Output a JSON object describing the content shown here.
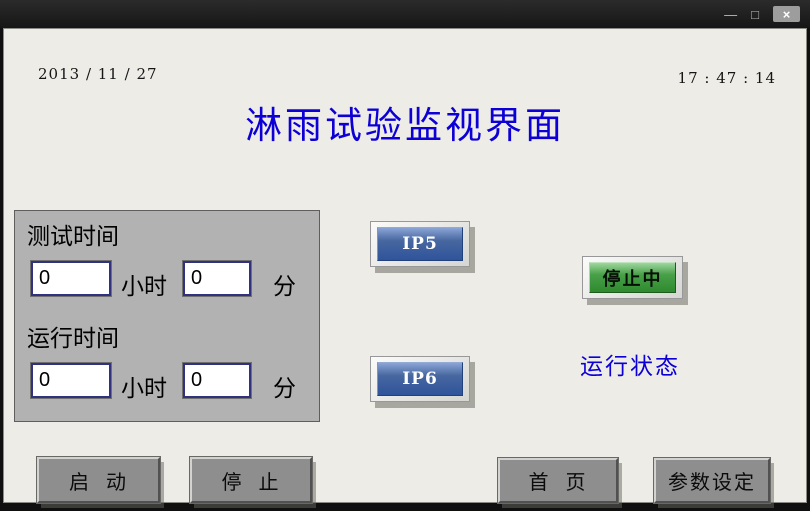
{
  "titlebar": {
    "minimize_glyph": "—",
    "maximize_glyph": "□",
    "close_glyph": "×"
  },
  "header": {
    "date": "2013 / 11 / 27",
    "time": "17 : 47 : 14",
    "title": "淋雨试验监视界面"
  },
  "time_panel": {
    "test_time_label": "测试时间",
    "run_time_label": "运行时间",
    "hours_unit": "小时",
    "minutes_unit": "分",
    "test_hours": "0",
    "test_minutes": "0",
    "run_hours": "0",
    "run_minutes": "0"
  },
  "ip_buttons": {
    "ip5_label": "IP5",
    "ip6_label": "IP6"
  },
  "status": {
    "indicator_label": "停止中",
    "caption": "运行状态"
  },
  "actions": {
    "start_label": "启  动",
    "stop_label": "停  止",
    "home_label": "首  页",
    "params_label": "参数设定"
  },
  "colors": {
    "title_blue": "#0d00d6",
    "button_blue": "#30549c",
    "indicator_green": "#2f8a2f",
    "panel_gray": "#b2b2b2"
  }
}
